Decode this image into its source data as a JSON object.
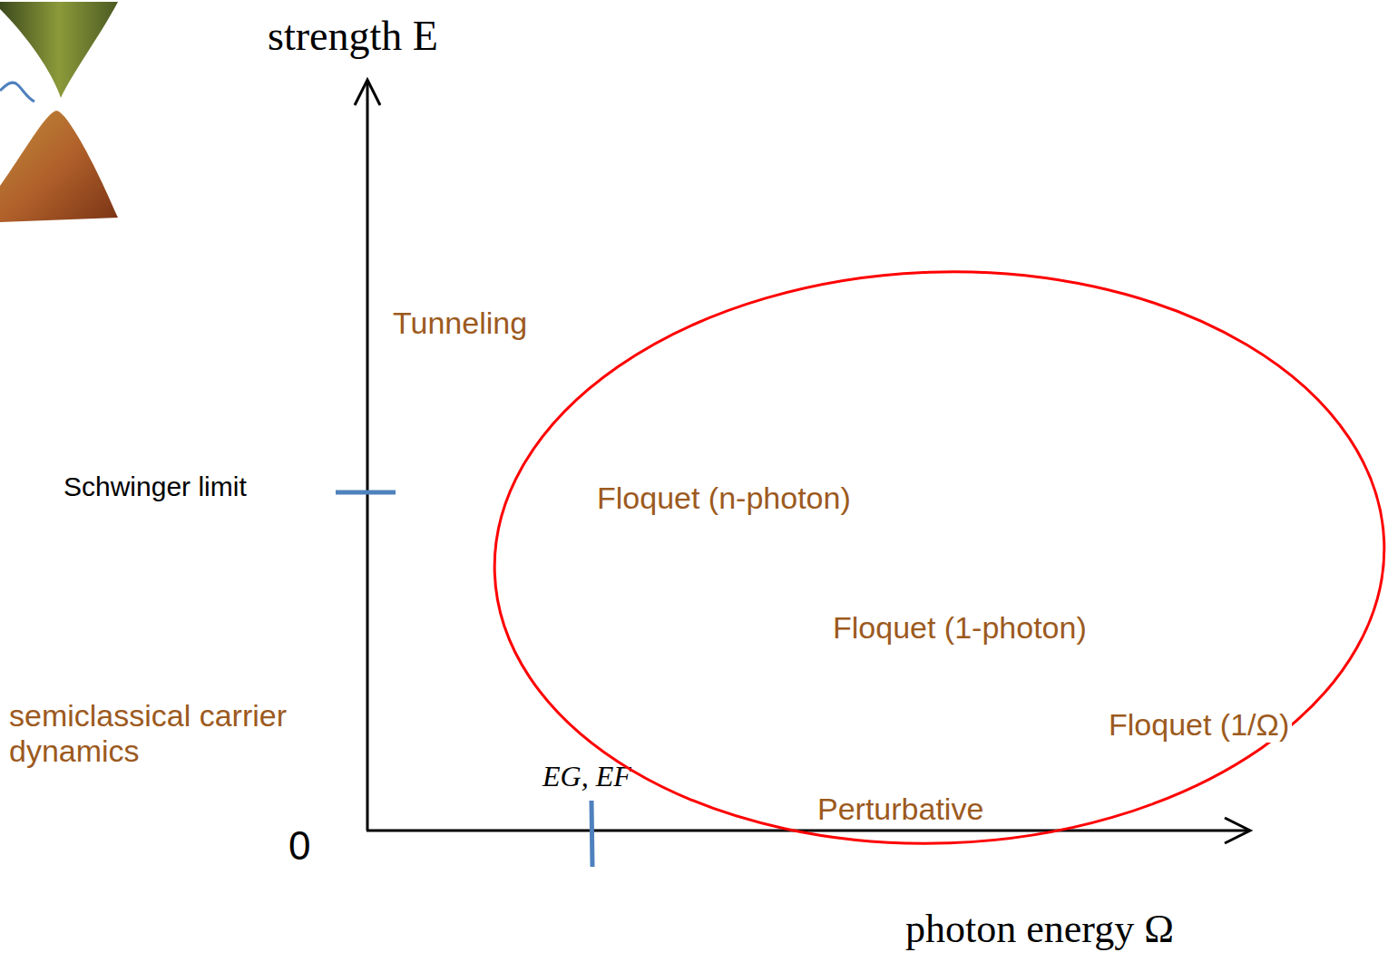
{
  "diagram": {
    "nodes": [
      {
        "text": [
          "Floquet (n-photon)",
          "Floquet (1-photon)",
          "Floquet (1/Ω)",
          "Perturbative"
        ]
      }
    ],
    "labels": [
      "strength E",
      "Tunneling",
      "Schwinger limit",
      "semiclassical carrier dynamics",
      "0",
      "EG, EF",
      "photon energy Ω"
    ]
  }
}
